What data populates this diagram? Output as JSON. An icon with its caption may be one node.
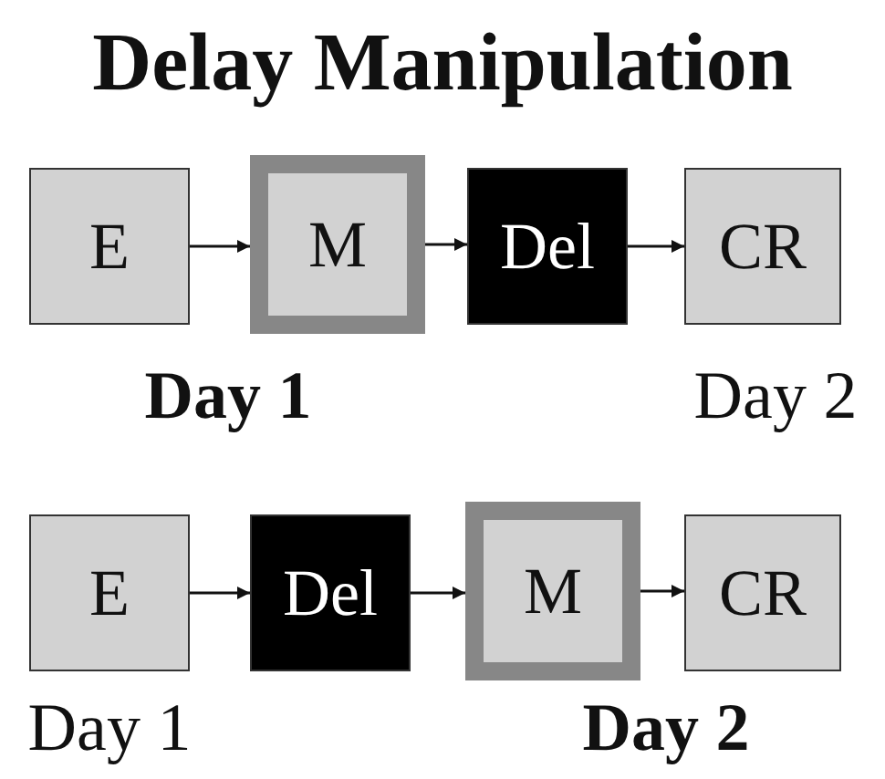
{
  "diagram": {
    "title": "Delay Manipulation",
    "nodes": [
      {
        "text": [
          "E"
        ]
      },
      {
        "text": [
          "M"
        ],
        "beside": [
          "Day 1"
        ]
      },
      {
        "text": [
          "Del"
        ]
      },
      {
        "text": [
          "CR"
        ],
        "beside": [
          "Day 2"
        ]
      },
      {
        "text": [
          "E"
        ],
        "beside": [
          "Day 1"
        ]
      },
      {
        "text": [
          "Del"
        ]
      },
      {
        "text": [
          "M"
        ],
        "beside": [
          "Day 2"
        ]
      },
      {
        "text": [
          "CR"
        ]
      }
    ],
    "edges": [
      {
        "from": 0,
        "to": 1,
        "arrow": "to"
      },
      {
        "from": 1,
        "to": 2,
        "arrow": "to"
      },
      {
        "from": 2,
        "to": 3,
        "arrow": "to"
      },
      {
        "from": 4,
        "to": 5,
        "arrow": "to"
      },
      {
        "from": 5,
        "to": 6,
        "arrow": "to"
      },
      {
        "from": 6,
        "to": 7,
        "arrow": "to"
      }
    ]
  }
}
